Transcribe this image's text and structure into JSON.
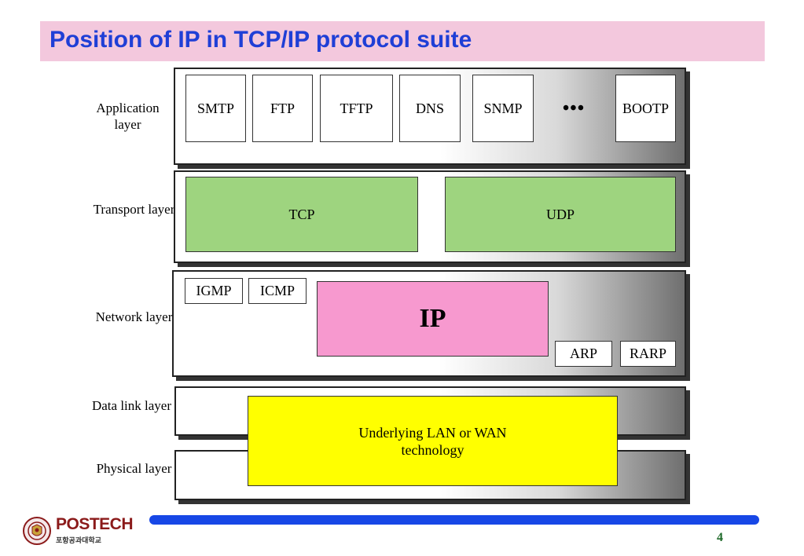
{
  "slide": {
    "title": "Position of IP in TCP/IP protocol suite",
    "page_number": "4"
  },
  "layers": {
    "application": "Application layer",
    "transport": "Transport layer",
    "network": "Network layer",
    "datalink": "Data link layer",
    "physical": "Physical layer"
  },
  "application_protocols": [
    "SMTP",
    "FTP",
    "TFTP",
    "DNS",
    "SNMP",
    "BOOTP"
  ],
  "ellipsis": "•••",
  "transport_protocols": {
    "tcp": "TCP",
    "udp": "UDP"
  },
  "network_protocols": {
    "igmp": "IGMP",
    "icmp": "ICMP",
    "ip": "IP",
    "arp": "ARP",
    "rarp": "RARP"
  },
  "lower": {
    "underlying": "Underlying LAN or WAN technology"
  },
  "logo": {
    "name": "POSTECH",
    "subtitle": "포항공과대학교"
  },
  "colors": {
    "title_bar": "#f3c8dd",
    "title_text": "#1f3fd6",
    "transport_box": "#9ed47f",
    "ip_box": "#f799cf",
    "underlying_box": "#ffff00",
    "footer_line": "#1747e6"
  }
}
